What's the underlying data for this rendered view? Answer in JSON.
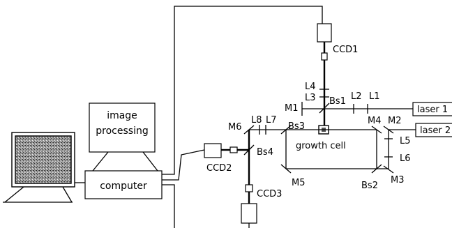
{
  "labels": {
    "image_processing_line1": "image",
    "image_processing_line2": "processing",
    "computer": "computer",
    "ccd1": "CCD1",
    "ccd2": "CCD2",
    "ccd3": "CCD3",
    "l1": "L1",
    "l2": "L2",
    "l3": "L3",
    "l4": "L4",
    "l5": "L5",
    "l6": "L6",
    "l7": "L7",
    "l8": "L8",
    "m1": "M1",
    "m2": "M2",
    "m3": "M3",
    "m4": "M4",
    "m5": "M5",
    "m6": "M6",
    "bs1": "Bs1",
    "bs2": "Bs2",
    "bs3": "Bs3",
    "bs4": "Bs4",
    "growth_cell": "growth  cell",
    "laser1": "laser 1",
    "laser2": "laser 2"
  }
}
